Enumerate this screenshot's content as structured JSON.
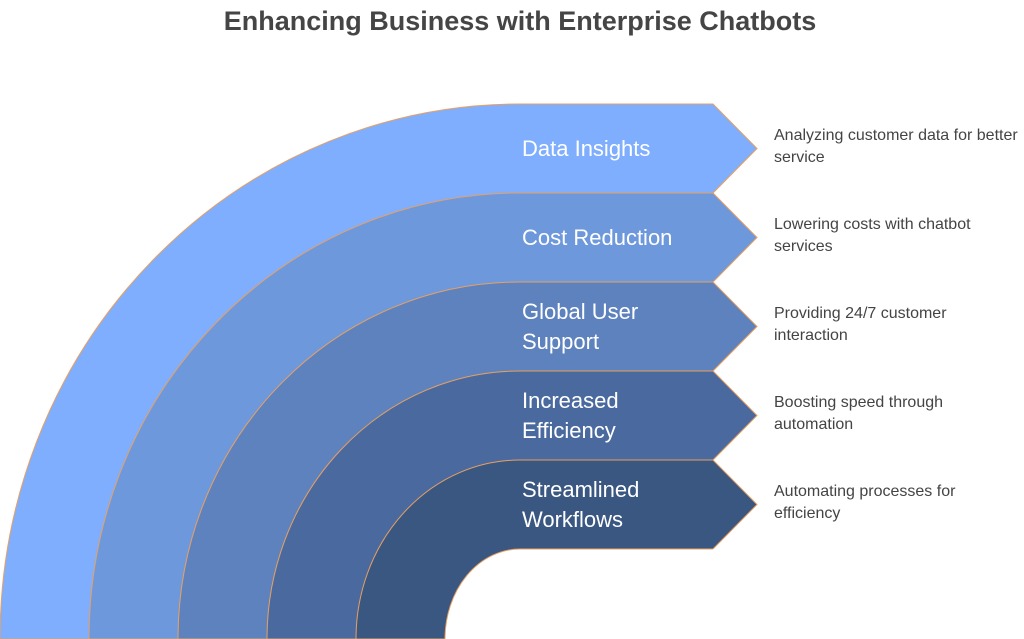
{
  "title": "Enhancing Business with Enterprise Chatbots",
  "layers": [
    {
      "label": "Data Insights",
      "description": "Analyzing customer data for better service",
      "color": "#7eaefd"
    },
    {
      "label": "Cost Reduction",
      "description": "Lowering costs with chatbot services",
      "color": "#6e98dc"
    },
    {
      "label": "Global User Support",
      "description": "Providing 24/7 customer interaction",
      "color": "#5e82bd"
    },
    {
      "label": "Increased Efficiency",
      "description": "Boosting speed through automation",
      "color": "#4a6a9f"
    },
    {
      "label": "Streamlined Workflows",
      "description": "Automating processes for efficiency",
      "color": "#3a5782"
    }
  ],
  "stroke_color": "#e8a060"
}
